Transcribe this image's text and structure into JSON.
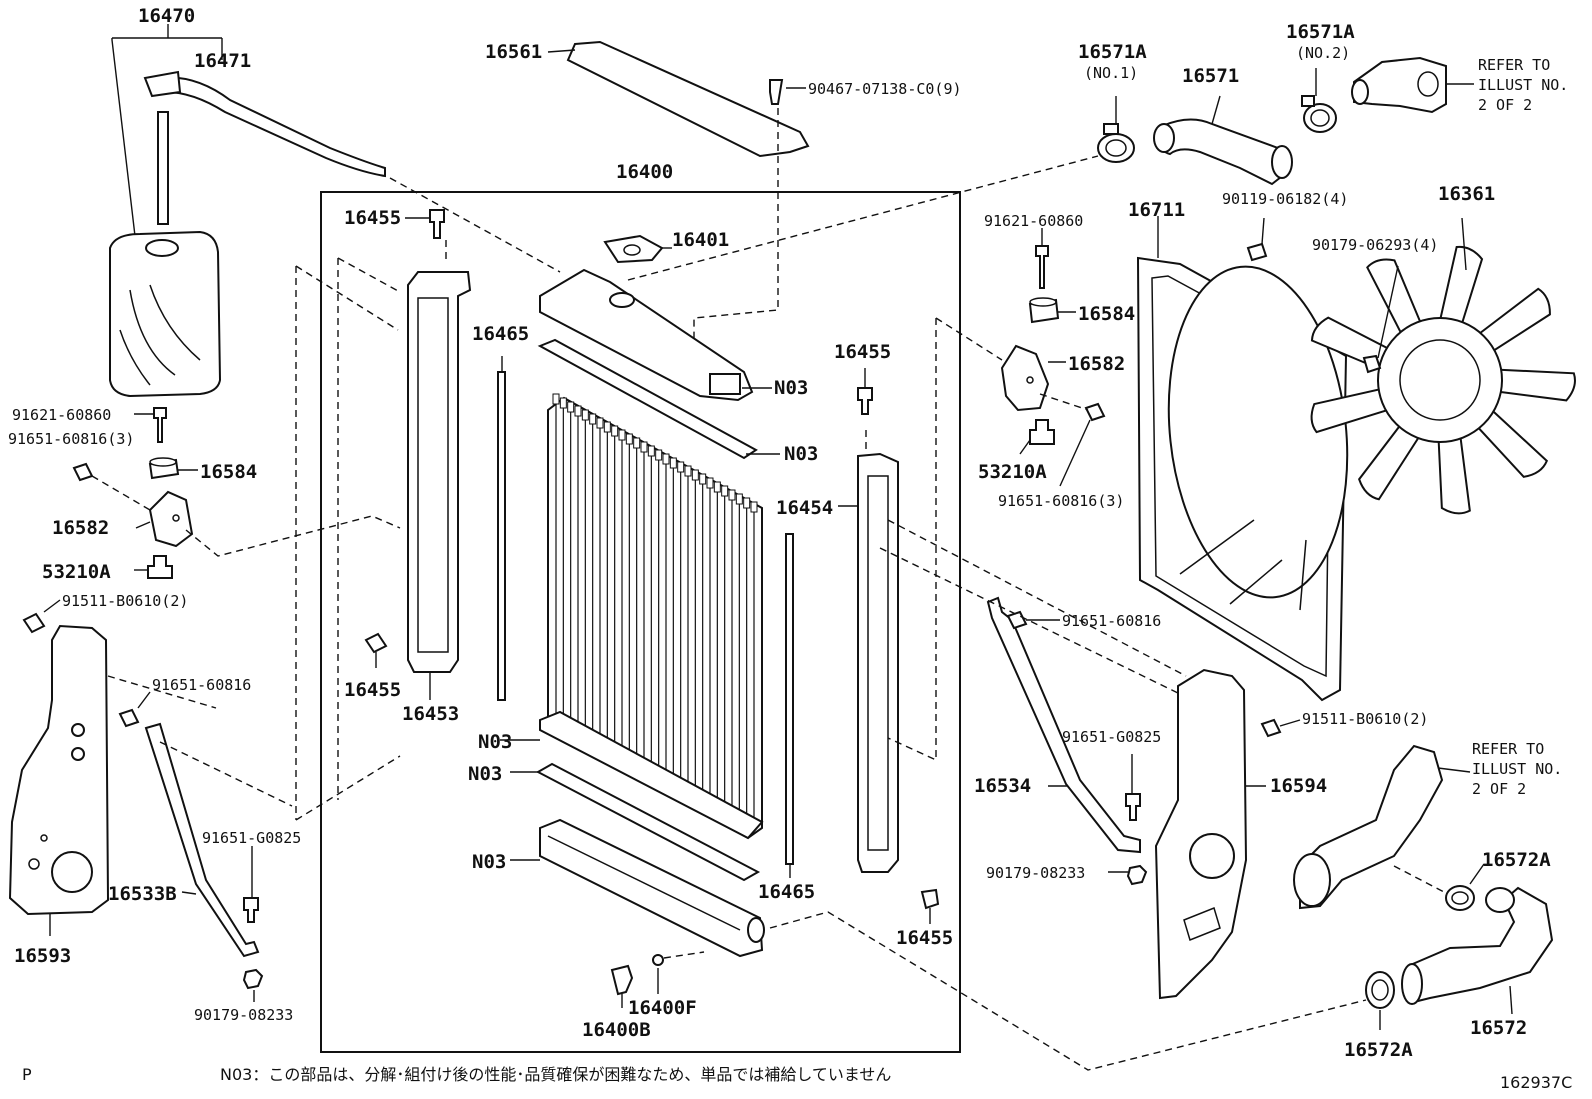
{
  "labels": {
    "p16470": "16470",
    "p16471": "16471",
    "p16561": "16561",
    "p90467": "90467-07138-C0(9)",
    "p16400": "16400",
    "p16455_top": "16455",
    "p16401": "16401",
    "p16465_top": "16465",
    "n03_a": "N03",
    "n03_b": "N03",
    "n03_c": "N03",
    "n03_d": "N03",
    "n03_e": "N03",
    "p16455_right": "16455",
    "p16454": "16454",
    "p16455_left": "16455",
    "p16453": "16453",
    "p16465_bottom": "16465",
    "p16455_bottom": "16455",
    "p16400F": "16400F",
    "p16400B": "16400B",
    "p91621_left": "91621-60860",
    "p91651_60816_3_left": "91651-60816(3)",
    "p16584_left": "16584",
    "p16582_left": "16582",
    "p53210A_left": "53210A",
    "p91511_left": "91511-B0610(2)",
    "p91651_60816_left": "91651-60816",
    "p91651_G0825_left": "91651-G0825",
    "p16533B": "16533B",
    "p16593": "16593",
    "p90179_08233_left": "90179-08233",
    "p16571A_1": "16571A",
    "p16571A_1_sub": "(NO.1)",
    "p16571": "16571",
    "p16571A_2": "16571A",
    "p16571A_2_sub": "(NO.2)",
    "refer_top_1": "REFER TO",
    "refer_top_2": "ILLUST NO.",
    "refer_top_3": "2 OF 2",
    "p91621_right": "91621-60860",
    "p16711": "16711",
    "p90119": "90119-06182(4)",
    "p16361": "16361",
    "p90179_06293": "90179-06293(4)",
    "p16584_right": "16584",
    "p16582_right": "16582",
    "p53210A_right": "53210A",
    "p91651_60816_3_right": "91651-60816(3)",
    "p91651_60816_right": "91651-60816",
    "p91511_right": "91511-B0610(2)",
    "refer_bot_1": "REFER TO",
    "refer_bot_2": "ILLUST NO.",
    "refer_bot_3": "2 OF 2",
    "p91651_G0825_right": "91651-G0825",
    "p16534": "16534",
    "p16594": "16594",
    "p16572A_top": "16572A",
    "p90179_08233_right": "90179-08233",
    "p16572": "16572",
    "p16572A_bottom": "16572A"
  },
  "footer": {
    "page_marker": "P",
    "note": "N03：この部品は、分解･組付け後の性能･品質確保が困難なため、単品では補給していません",
    "illustration_code": "162937C"
  }
}
